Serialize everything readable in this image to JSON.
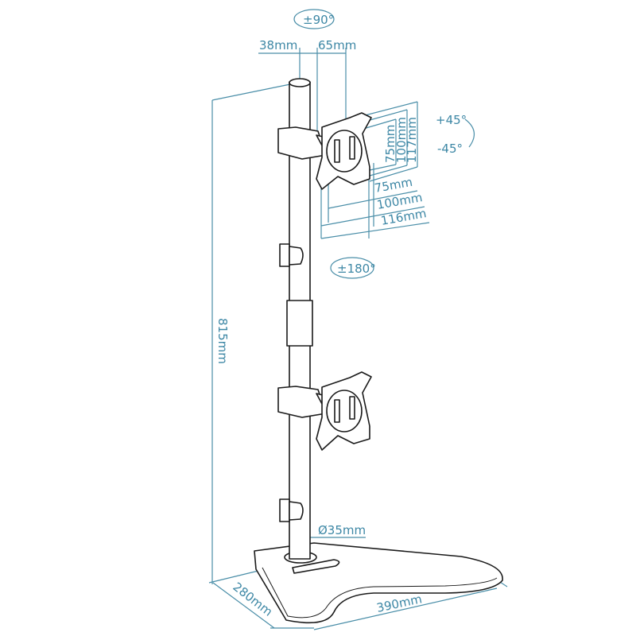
{
  "diagram": {
    "subject": "Dual vertical monitor desk stand",
    "accent_color": "#3d87a5",
    "labels": {
      "tilt_rotation": "±90°",
      "offset_1": "38mm",
      "offset_2": "65mm",
      "tilt_up": "+45°",
      "tilt_down": "-45°",
      "vesa_v_75": "75mm",
      "vesa_v_100": "100mm",
      "vesa_v_117": "117mm",
      "vesa_h_75": "75mm",
      "vesa_h_100": "100mm",
      "vesa_h_116": "116mm",
      "swivel": "±180°",
      "height": "815mm",
      "pole_diameter": "Ø35mm",
      "base_depth": "280mm",
      "base_width": "390mm"
    }
  }
}
